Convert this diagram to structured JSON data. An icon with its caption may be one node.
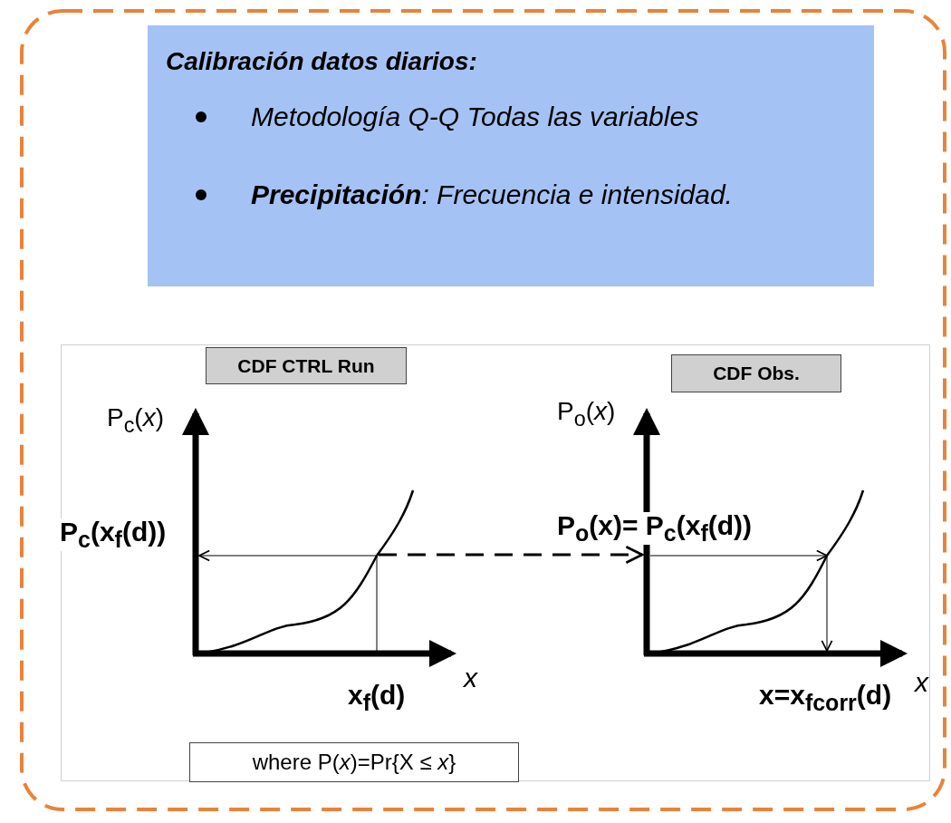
{
  "diagram": {
    "nodes": [
      {
        "text": [],
        "shape": "box"
      },
      {
        "text": [
          "Calibración datos diarios:",
          "Metodología Q-Q Todas las variables",
          "**Precipitación**: Frecuencia e intensidad."
        ],
        "in": 0
      },
      {
        "text": [],
        "shape": "box",
        "in": 0
      },
      {
        "text": [
          "CDF CTRL Run"
        ],
        "in": 2
      },
      {
        "text": [
          "CDF Obs."
        ],
        "in": 2
      },
      {
        "text": [
          "where P(*x*)=Pr{X ≤ *x*}"
        ],
        "in": 2
      },
      {
        "text": [],
        "shape": "picture",
        "in": 2
      },
      {
        "text": [],
        "shape": "picture",
        "in": 2
      }
    ],
    "edges": [
      {
        "from": 6,
        "to": 7,
        "arrow": "to",
        "style": "dashed"
      }
    ],
    "labels": [
      "P$_{c}$(*x*)",
      "P$_{c}$(x$_{f}$(d))",
      "*x*",
      "x$_{f}$(d)",
      "P$_{o}$(*x*)",
      "P$_{o}$(x)= P$_{c}$(x$_{f}$(d))",
      "*x*",
      "x=x$_{fcorr}$(d)"
    ]
  }
}
